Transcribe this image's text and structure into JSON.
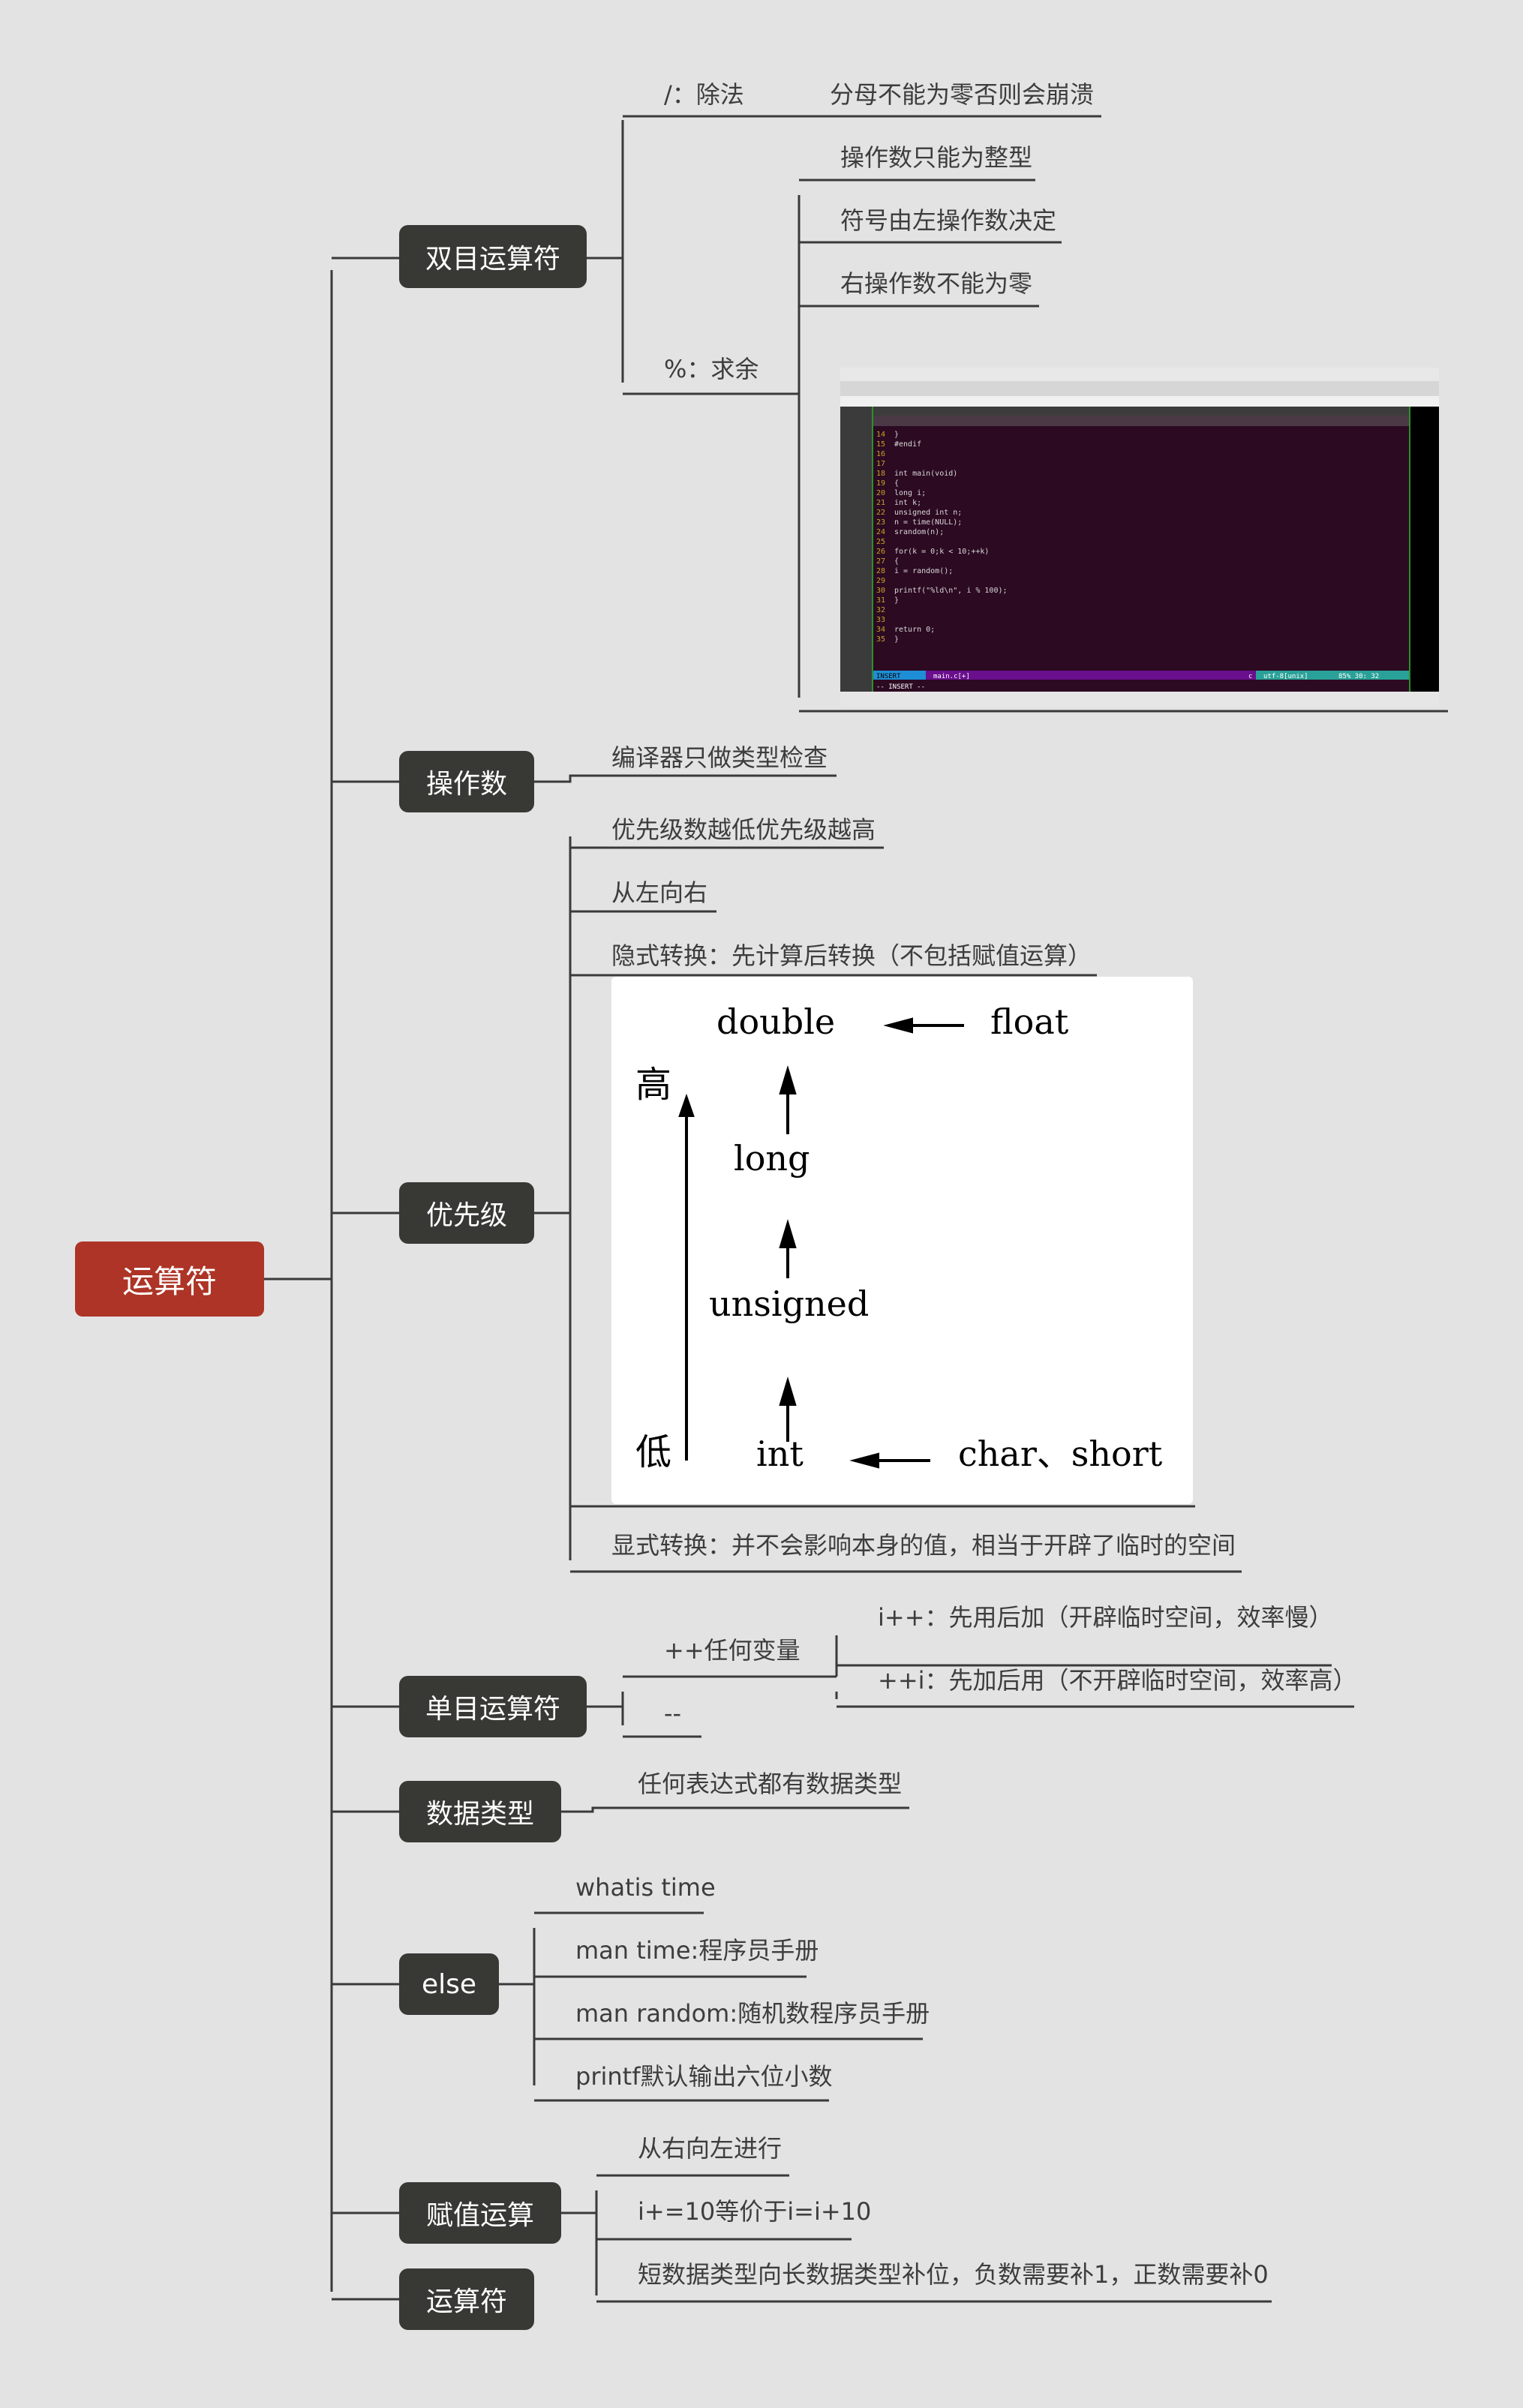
{
  "root": "运算符",
  "branches": {
    "binary": "双目运算符",
    "operand": "操作数",
    "priority": "优先级",
    "unary": "单目运算符",
    "datatype": "数据类型",
    "else": "else",
    "assign": "赋值运算",
    "ops": "运算符"
  },
  "binary_children": {
    "div_label": "/：除法",
    "div_note": "分母不能为零否则会崩溃",
    "mod_label": "%：求余",
    "mod_notes": [
      "操作数只能为整型",
      "符号由左操作数决定",
      "右操作数不能为零"
    ]
  },
  "operand_children": [
    "编译器只做类型检查"
  ],
  "priority_children": {
    "items": [
      "优先级数越低优先级越高",
      "从左向右",
      "隐式转换：先计算后转换（不包括赋值运算）"
    ],
    "explicit": "显式转换：并不会影响本身的值，相当于开辟了临时的空间"
  },
  "conversion_diagram": {
    "types": [
      "double",
      "float",
      "long",
      "unsigned",
      "int",
      "char、short"
    ],
    "high": "高",
    "low": "低"
  },
  "unary_children": {
    "inc": "++任何变量",
    "dec": "--",
    "inc_notes": [
      "i++：先用后加（开辟临时空间，效率慢）",
      "++i：先加后用（不开辟临时空间，效率高）"
    ]
  },
  "datatype_children": [
    "任何表达式都有数据类型"
  ],
  "else_children": [
    "whatis time",
    "man time:程序员手册",
    "man  random:随机数程序员手册",
    "printf默认输出六位小数"
  ],
  "assign_children": [
    "从右向左进行",
    "i+=10等价于i=i+10",
    "短数据类型向长数据类型补位，负数需要补1，正数需要补0"
  ],
  "screenshot": {
    "code_lines": [
      {
        "n": "14",
        "t": "}"
      },
      {
        "n": "15",
        "t": "#endif"
      },
      {
        "n": "16",
        "t": ""
      },
      {
        "n": "17",
        "t": ""
      },
      {
        "n": "18",
        "t": "int main(void)"
      },
      {
        "n": "19",
        "t": "{"
      },
      {
        "n": "20",
        "t": "    long i;"
      },
      {
        "n": "21",
        "t": "    int k;"
      },
      {
        "n": "22",
        "t": "    unsigned int n;"
      },
      {
        "n": "23",
        "t": "    n = time(NULL);"
      },
      {
        "n": "24",
        "t": "    srandom(n);"
      },
      {
        "n": "25",
        "t": ""
      },
      {
        "n": "26",
        "t": "    for(k = 0;k < 10;++k)"
      },
      {
        "n": "27",
        "t": "    {"
      },
      {
        "n": "28",
        "t": "        i = random();"
      },
      {
        "n": "29",
        "t": ""
      },
      {
        "n": "30",
        "t": "    printf(\"%ld\\n\", i % 100);"
      },
      {
        "n": "31",
        "t": "    }"
      },
      {
        "n": "32",
        "t": ""
      },
      {
        "n": "33",
        "t": ""
      },
      {
        "n": "34",
        "t": "    return 0;"
      },
      {
        "n": "35",
        "t": "}"
      }
    ],
    "status_mode": "INSERT",
    "status_file": "main.c[+]",
    "status_lang": "c",
    "status_enc": "utf-8[unix]",
    "status_pos": "85%  30: 32",
    "cmd": "-- INSERT --"
  },
  "colors": {
    "root": "#ad3426",
    "branch": "#383835",
    "line": "#3a3a3a",
    "background": "#e3e3e3",
    "terminal": "#2c0a22"
  }
}
